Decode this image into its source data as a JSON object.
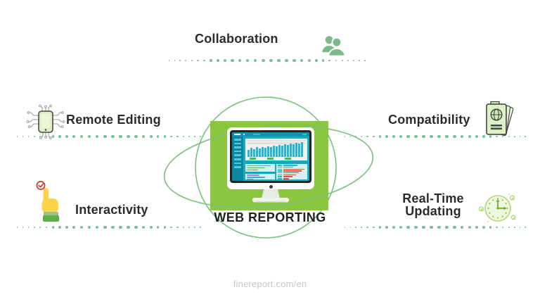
{
  "title": "WEB REPORTING",
  "footer_url": "finereport.com/en",
  "features": [
    {
      "id": "collaboration",
      "label": "Collaboration",
      "icon": "people-icon"
    },
    {
      "id": "remote-editing",
      "label": "Remote Editing",
      "icon": "circuit-device-icon"
    },
    {
      "id": "compatibility",
      "label": "Compatibility",
      "icon": "passport-icon"
    },
    {
      "id": "interactivity",
      "label": "Interactivity",
      "icon": "hand-click-icon"
    },
    {
      "id": "real-time-updating",
      "label": "Real-Time Updating",
      "icon": "clock-icon"
    }
  ],
  "colors": {
    "accent_green": "#8cc63f",
    "orbit_stroke": "#79c27c",
    "dot_green": "#7cc19b",
    "icon_sage": "#7cb98a",
    "label_text": "#2b2b2b",
    "footer_text": "#c6c6c6",
    "screen_teal": "#19adc4",
    "panel": {
      "teal": "#2cb3c8",
      "green": "#46ad52",
      "purple": "#b07cc6",
      "red": "#dc5247"
    }
  },
  "illustration": {
    "chart_bar_heights": [
      10,
      13,
      11,
      14,
      12,
      14,
      13,
      15,
      14,
      16,
      15,
      17,
      16,
      18,
      17,
      19,
      18,
      20,
      19,
      21
    ],
    "legend_green_bars": 3,
    "sidebar_items": 8,
    "panel_left_rows": [
      [
        "teal",
        34
      ],
      [
        "green",
        26
      ],
      [
        "green",
        16
      ]
    ],
    "panel_left_sub_rows": [
      [
        "purple",
        18
      ],
      [
        "teal",
        26
      ],
      [
        "purple",
        10
      ]
    ],
    "panel_right_rows": [
      [
        "teal",
        20
      ],
      [
        "teal",
        14
      ],
      [
        "red",
        30
      ],
      [
        "red",
        26
      ],
      [
        "red",
        22
      ],
      [
        "red",
        18
      ],
      [
        "red",
        13
      ],
      [
        "red",
        8
      ]
    ]
  }
}
